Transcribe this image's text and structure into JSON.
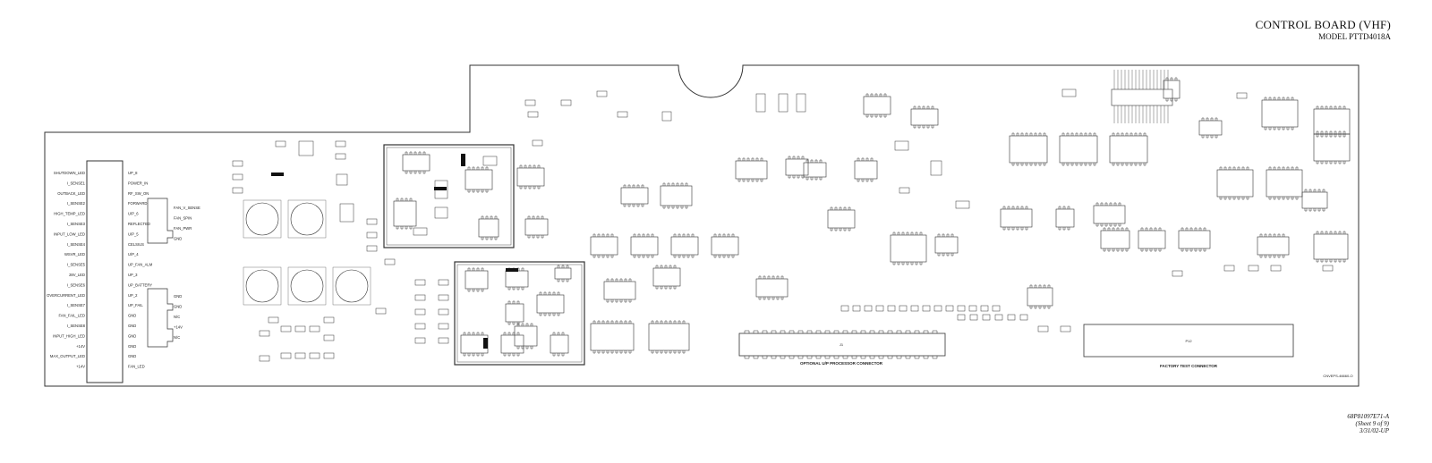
{
  "title": {
    "main": "CONTROL BOARD (VHF)",
    "model": "MODEL PTTD4018A"
  },
  "footer": {
    "doc_number": "68P81097E71-A",
    "sheet": "(Sheet 9 of 9)",
    "date": "3/31/02-UP"
  },
  "drawing_id": "CNVEPS-46660-O",
  "left_connector": {
    "left_pins": [
      "SHUTDOWN_LED",
      "I_SENSE1",
      "OUTBACK_LED",
      "I_SENSE2",
      "HIGH_TEMP_LED",
      "I_SENSE3",
      "INPUT_LOW_LED",
      "I_SENSE4",
      "WSVR_LED",
      "I_SENSE5",
      "28V_LED",
      "I_SENSE6",
      "OVERCURRENT_LED",
      "I_SENSE7",
      "FAN_FAIL_LED",
      "I_SENSE8",
      "INPUT_HIGH_LED",
      "+14V",
      "MAX_OUTPUT_LED",
      "+14V"
    ],
    "right_pins": [
      "UP_8",
      "POWER_IN",
      "RF_SW_ON",
      "FORWARD",
      "U/P_6",
      "REFLECTED",
      "U/P_5",
      "CELSIUS",
      "U/P_4",
      "UP_FAN_ALM",
      "UP_3",
      "UP_BATTERY",
      "UP_2",
      "UP_FAIL",
      "GND",
      "GND",
      "GND",
      "GND",
      "GND",
      "FAN_LED"
    ]
  },
  "fan_connector": {
    "pins": [
      "FAN_V_SENSE",
      "FAN_SPIN",
      "FAN_PWR",
      "GND"
    ]
  },
  "aux_connector": {
    "pins": [
      "GND",
      "GND",
      "N/C",
      "+14V",
      "N/C"
    ]
  },
  "up_connector": {
    "designator": "J1",
    "label": "OPTIONAL U/P PROCESSOR CONNECTOR"
  },
  "factory_connector": {
    "designator": "P12",
    "label": "FACTORY TEST CONNECTOR"
  }
}
